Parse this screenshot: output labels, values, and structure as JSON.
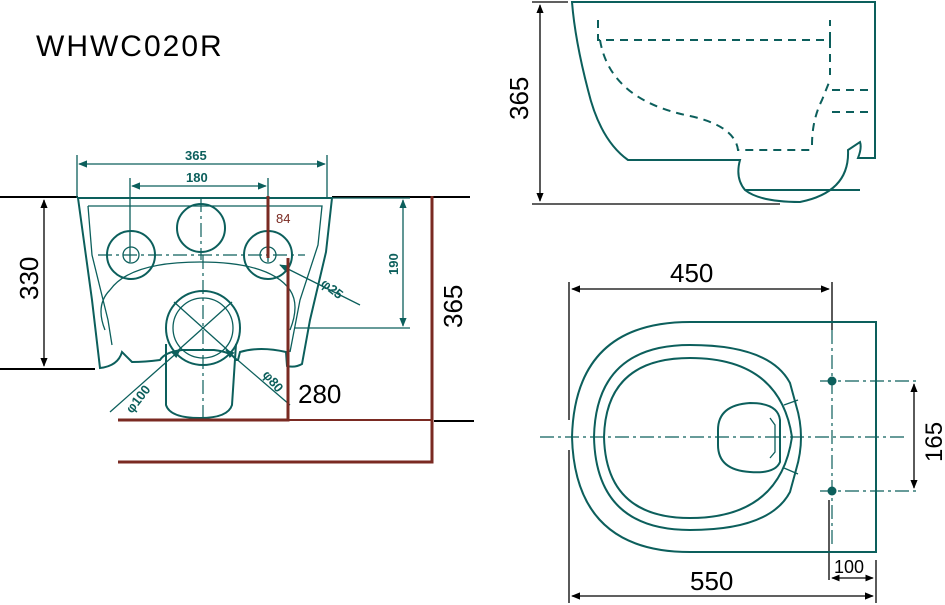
{
  "model_code": "WHWC020R",
  "colors": {
    "outline": "#0c5f5c",
    "pipe": "#7a2a22",
    "floor": "#000000"
  },
  "front_view": {
    "width_365": "365",
    "width_180": "180",
    "offset_84": "84",
    "height_330": "330",
    "height_190": "190",
    "height_365": "365",
    "depth_280": "280",
    "dia_25": "φ25",
    "dia_100": "φ100",
    "dia_80": "φ80"
  },
  "side_view": {
    "height_365": "365"
  },
  "top_view": {
    "width_450": "450",
    "length_550": "550",
    "spacing_165": "165",
    "offset_100": "100"
  }
}
